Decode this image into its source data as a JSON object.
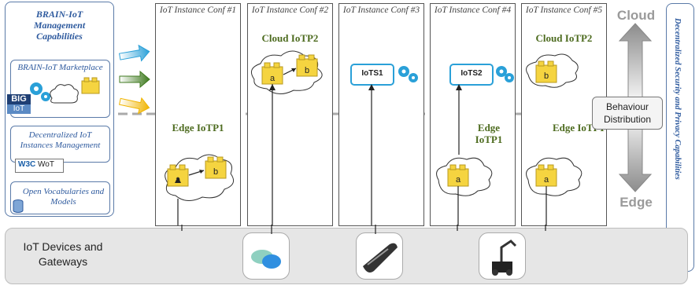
{
  "left_panel": {
    "title": "BRAIN-IoT Management Capabilities",
    "marketplace": "BRAIN-IoT Marketplace",
    "big_logo_top": "BIG",
    "big_logo_bottom": "IoT",
    "decentralized": "Decentralized IoT Instances Management",
    "w3c_logo": "W3C",
    "wot_logo": "WoT",
    "vocabularies": "Open Vocabularies and Models"
  },
  "columns": [
    {
      "header": "IoT Instance Conf #1",
      "edge_label": "Edge IoTP1"
    },
    {
      "header": "IoT Instance Conf #2",
      "cloud_label": "Cloud IoTP2"
    },
    {
      "header": "IoT Instance Conf #3",
      "iots_label": "IoTS1"
    },
    {
      "header": "IoT Instance Conf #4",
      "iots_label": "IoTS2",
      "edge_label": "Edge IoTP1"
    },
    {
      "header": "IoT Instance Conf #5",
      "cloud_label": "Cloud IoTP2",
      "edge_label": "Edge IoTP1"
    }
  ],
  "block_labels": {
    "a": "a",
    "b": "b"
  },
  "axis": {
    "top": "Cloud",
    "bottom": "Edge",
    "middle": "Behaviour Distribution"
  },
  "right_panel": "Decentralized Security and Privacy Capabilities",
  "devices": {
    "label": "IoT Devices and Gateways"
  },
  "colors": {
    "accent_blue": "#2e5a9e",
    "green_label": "#4d6b1f",
    "iots_border": "#2aa0d8",
    "block_yellow": "#f5d440"
  },
  "icons": [
    "gear-icon",
    "cloud-icon",
    "lego-block-icon",
    "database-icon",
    "arrow-right-icon",
    "sensor-device-icon",
    "robot-arm-icon"
  ]
}
